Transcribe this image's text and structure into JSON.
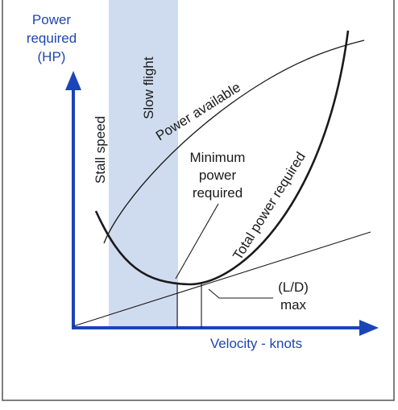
{
  "labels": {
    "y_axis_line1": "Power",
    "y_axis_line2": "required",
    "y_axis_line3": "(HP)",
    "x_axis": "Velocity - knots",
    "stall_speed": "Stall speed",
    "slow_flight": "Slow flight",
    "power_available": "Power available",
    "min_power_line1": "Minimum",
    "min_power_line2": "power",
    "min_power_line3": "required",
    "total_power_required": "Total power required",
    "ld_max_line1": "(L/D)",
    "ld_max_line2": "max"
  },
  "colors": {
    "axis": "#1a44b8",
    "label_blue": "#1f46b0",
    "slow_flight_band": "#cfdcef",
    "curve": "#1a1a1a",
    "frame": "#555555"
  }
}
